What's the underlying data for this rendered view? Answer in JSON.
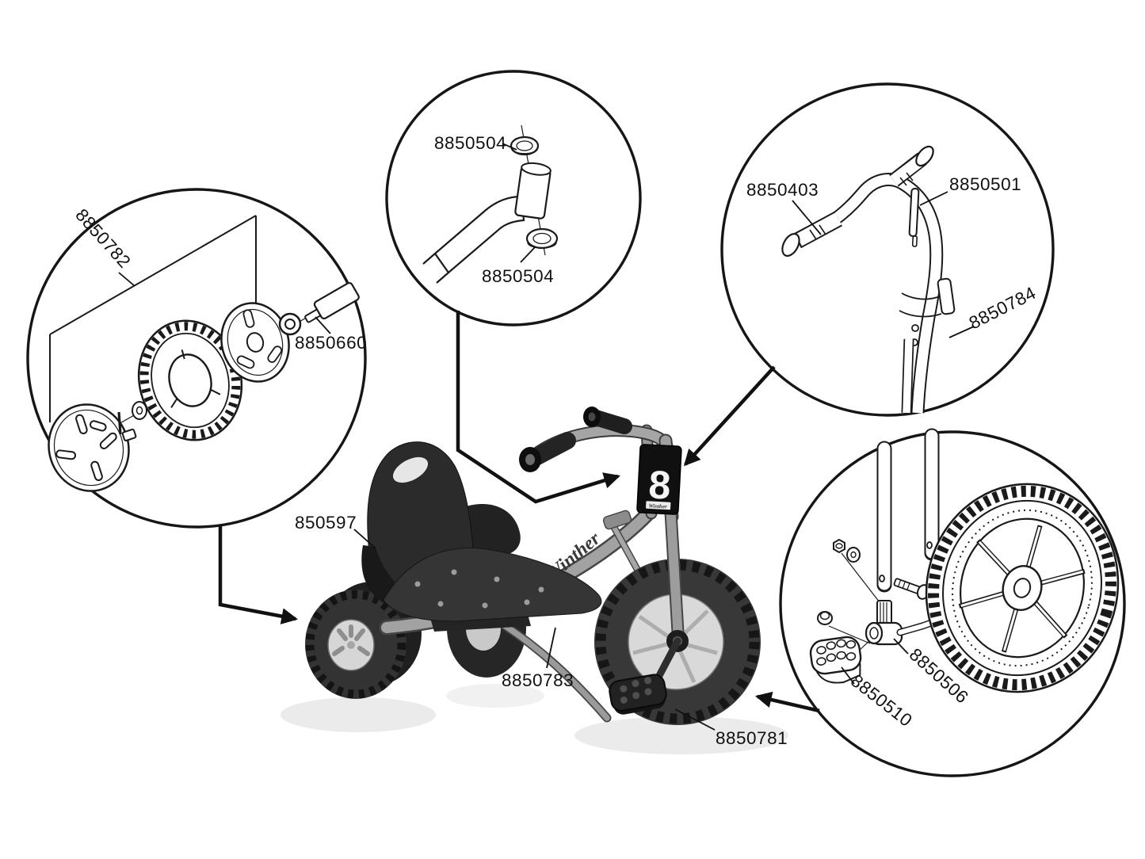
{
  "diagram": {
    "type": "exploded-parts-diagram",
    "product": {
      "brand_logo": "Winther",
      "plate_number": "8",
      "plate_badge_text": "Winther"
    },
    "main_view_labels": {
      "seat": "850597",
      "frame": "8850783",
      "front_wheel": "8850781"
    },
    "callouts": {
      "rear_wheel": {
        "assembly": "8850782",
        "axle": "8850660"
      },
      "tube_caps": {
        "top_cap": "8850504",
        "bottom_cap": "8850504"
      },
      "handlebar": {
        "grip": "8850403",
        "pin": "8850501",
        "handlebar_tube": "8850784"
      },
      "pedal_crank": {
        "crank_bearing": "8850506",
        "pedal": "8850510"
      }
    }
  }
}
